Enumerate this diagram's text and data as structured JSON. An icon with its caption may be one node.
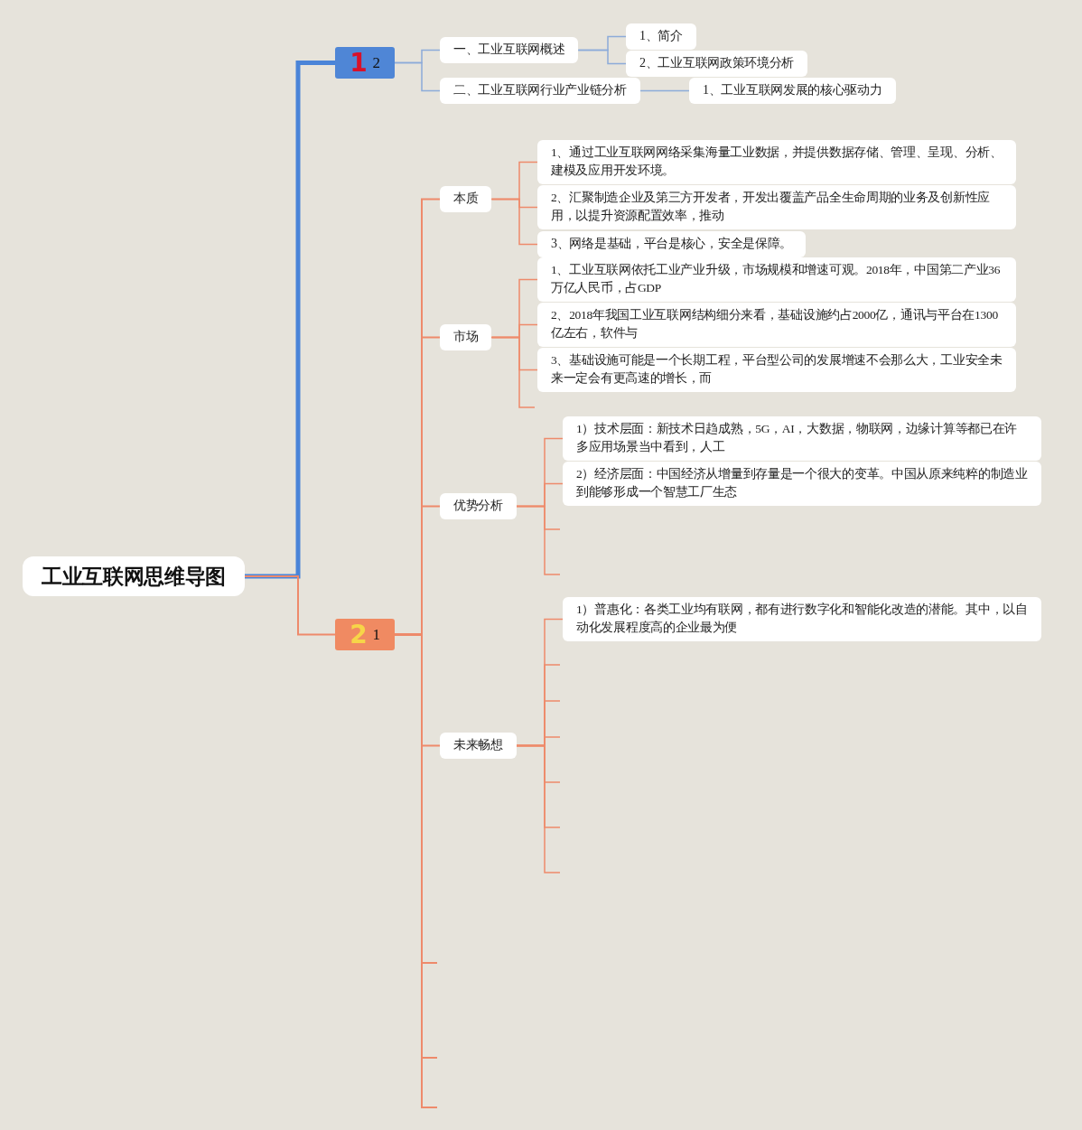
{
  "diagram": {
    "nodes": [
      {
        "text": [
          "工业互联网思维导图"
        ]
      },
      {
        "text": [
          "1",
          "2"
        ]
      },
      {
        "text": [
          "一、工业互联网概述"
        ]
      },
      {
        "text": [
          "1、简介"
        ]
      },
      {
        "text": [
          "2、工业互联网政策环境分析"
        ]
      },
      {
        "text": [
          "二、工业互联网行业产业链分析"
        ]
      },
      {
        "text": [
          "1、工业互联网发展的核心驱动力"
        ]
      },
      {
        "text": [
          "2",
          "1"
        ]
      },
      {
        "text": [
          "本质"
        ]
      },
      {
        "text": [
          "1、通过工业互联网网络采集海量工业数据，并提供数据存储、管理、呈现、分析、建模及应用开发环境。"
        ]
      },
      {
        "text": [
          "2、汇聚制造企业及第三方开发者，开发出覆盖产品全生命周期的业务及创新性应用，以提升资源配置效率，推动"
        ]
      },
      {
        "text": [
          "3、网络是基础，平台是核心，安全是保障。"
        ]
      },
      {
        "text": [
          "市场"
        ]
      },
      {
        "text": [
          "1、工业互联网依托工业产业升级，市场规模和增速可观。2018年，中国第二产业36万亿人民币，占GDP"
        ]
      },
      {
        "text": [
          "2、2018年我国工业互联网结构细分来看，基础设施约占2000亿，通讯与平台在1300亿左右，软件与"
        ]
      },
      {
        "text": [
          "3、基础设施可能是一个长期工程，平台型公司的发展增速不会那么大，工业安全未来一定会有更高速的增长，而"
        ]
      },
      {
        "text": [
          "优势分析"
        ]
      },
      {
        "text": [
          "1）技术层面：新技术日趋成熟，5G，AI，大数据，物联网，边缘计算等都已在许多应用场景当中看到，人工"
        ]
      },
      {
        "text": [
          "2）经济层面：中国经济从增量到存量是一个很大的变革。中国从原来纯粹的制造业到能够形成一个智慧工厂生态"
        ]
      },
      {
        "text": [
          "未来畅想"
        ]
      },
      {
        "text": [
          "1）普惠化：各类工业均有联网，都有进行数字化和智能化改造的潜能。其中，以自动化发展程度高的企业最为便"
        ]
      }
    ],
    "edges": [
      {
        "from": 0,
        "to": 1,
        "arrow": "none",
        "style": "thick",
        "color": "#4a84d8"
      },
      {
        "from": 0,
        "to": 7,
        "arrow": "none"
      },
      {
        "from": 1,
        "to": 2,
        "arrow": "none",
        "color": "#8cabd9"
      },
      {
        "from": 1,
        "to": 5,
        "arrow": "none",
        "color": "#8cabd9"
      },
      {
        "from": 2,
        "to": 3,
        "arrow": "none",
        "color": "#8cabd9"
      },
      {
        "from": 2,
        "to": 4,
        "arrow": "none",
        "color": "#8cabd9"
      },
      {
        "from": 5,
        "to": 6,
        "arrow": "none",
        "color": "#8cabd9"
      },
      {
        "from": 7,
        "to": 8,
        "arrow": "none"
      },
      {
        "from": 7,
        "to": 12,
        "arrow": "none"
      },
      {
        "from": 7,
        "to": 16,
        "arrow": "none"
      },
      {
        "from": 7,
        "to": 19,
        "arrow": "none"
      },
      {
        "from": 7,
        "to": null,
        "arrow": "none"
      },
      {
        "from": 7,
        "to": null,
        "arrow": "none"
      },
      {
        "from": 7,
        "to": null,
        "arrow": "none"
      },
      {
        "from": 8,
        "to": 9,
        "arrow": "none"
      },
      {
        "from": 8,
        "to": 10,
        "arrow": "none"
      },
      {
        "from": 8,
        "to": 11,
        "arrow": "none"
      },
      {
        "from": 12,
        "to": 13,
        "arrow": "none"
      },
      {
        "from": 12,
        "to": 14,
        "arrow": "none"
      },
      {
        "from": 12,
        "to": 15,
        "arrow": "none"
      },
      {
        "from": 12,
        "to": null,
        "arrow": "none"
      },
      {
        "from": 16,
        "to": 17,
        "arrow": "none"
      },
      {
        "from": 16,
        "to": 18,
        "arrow": "none"
      },
      {
        "from": 16,
        "to": null,
        "arrow": "none"
      },
      {
        "from": 16,
        "to": null,
        "arrow": "none"
      },
      {
        "from": 19,
        "to": 20,
        "arrow": "none"
      },
      {
        "from": 19,
        "to": null,
        "arrow": "none"
      },
      {
        "from": 19,
        "to": null,
        "arrow": "none"
      },
      {
        "from": 19,
        "to": null,
        "arrow": "none"
      },
      {
        "from": 19,
        "to": null,
        "arrow": "none"
      },
      {
        "from": 19,
        "to": null,
        "arrow": "none"
      },
      {
        "from": 19,
        "to": null,
        "arrow": "none"
      }
    ]
  }
}
